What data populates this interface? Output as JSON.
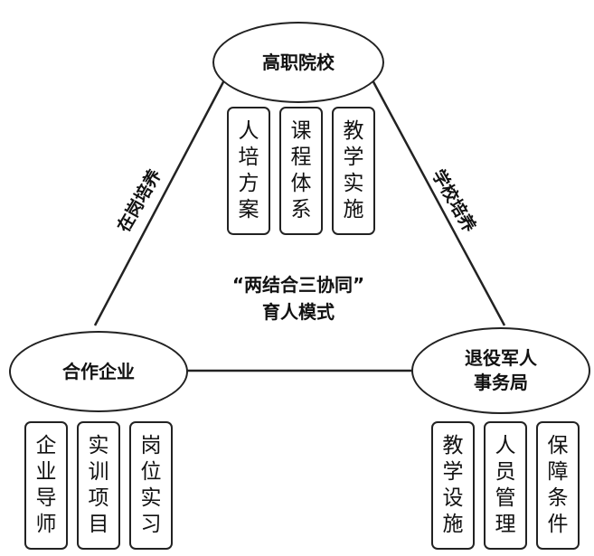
{
  "nodes": {
    "top": "高职院校",
    "left": "合作企业",
    "right_line1": "退役军人",
    "right_line2": "事务局"
  },
  "edges": {
    "left": "在岗培养",
    "right": "学校培养"
  },
  "center": {
    "line1": "“两结合三协同”",
    "line2": "育人模式"
  },
  "top_boxes": [
    "人培方案",
    "课程体系",
    "教学实施"
  ],
  "left_boxes": [
    "企业导师",
    "实训项目",
    "岗位实习"
  ],
  "right_boxes": [
    "教学设施",
    "人员管理",
    "保障条件"
  ]
}
